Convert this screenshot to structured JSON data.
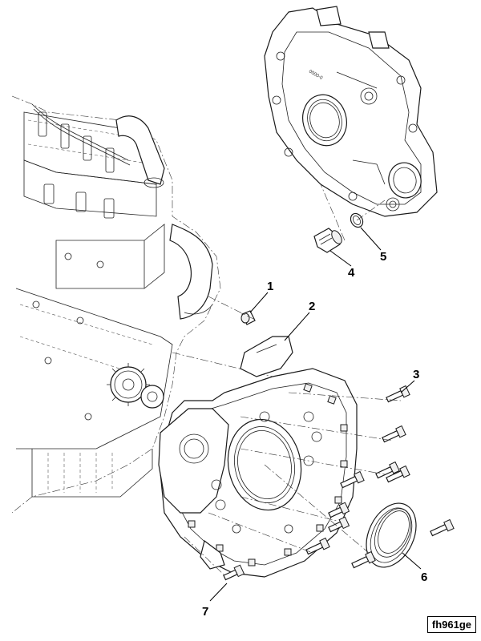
{
  "figure_id": "fh961ge",
  "callouts": [
    "1",
    "2",
    "3",
    "4",
    "5",
    "6",
    "7"
  ],
  "cover_marking": "0000-0"
}
